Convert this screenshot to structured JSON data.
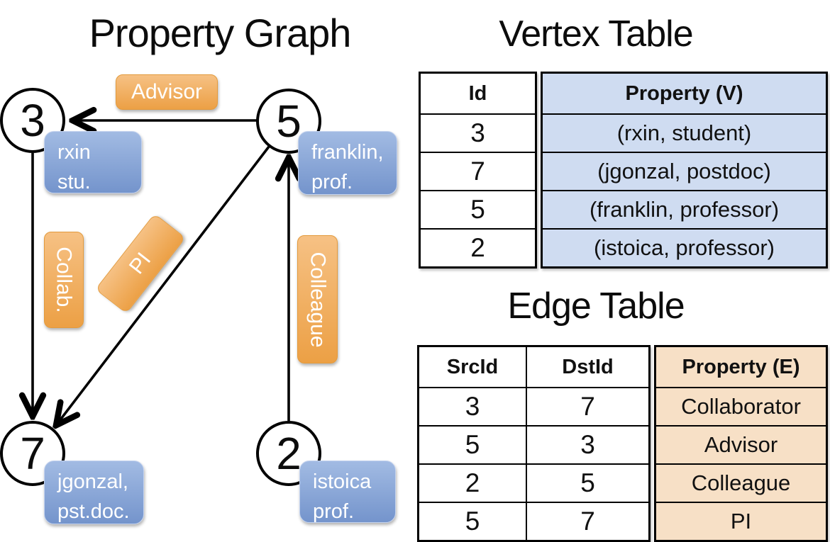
{
  "graph": {
    "title": "Property Graph",
    "nodes": [
      {
        "id": "3",
        "label1": "rxin",
        "label2": "stu."
      },
      {
        "id": "5",
        "label1": "franklin,",
        "label2": "prof."
      },
      {
        "id": "7",
        "label1": "jgonzal,",
        "label2": "pst.doc."
      },
      {
        "id": "2",
        "label1": "istoica",
        "label2": "prof."
      }
    ],
    "edges": [
      {
        "src": "5",
        "dst": "3",
        "label": "Advisor"
      },
      {
        "src": "3",
        "dst": "7",
        "label": "Collab."
      },
      {
        "src": "5",
        "dst": "7",
        "label": "PI"
      },
      {
        "src": "2",
        "dst": "5",
        "label": "Colleague"
      }
    ]
  },
  "vertex_table": {
    "title": "Vertex Table",
    "columns": {
      "id": "Id",
      "property": "Property (V)"
    },
    "rows": [
      {
        "id": "3",
        "property": "(rxin, student)"
      },
      {
        "id": "7",
        "property": "(jgonzal, postdoc)"
      },
      {
        "id": "5",
        "property": "(franklin, professor)"
      },
      {
        "id": "2",
        "property": "(istoica, professor)"
      }
    ]
  },
  "edge_table": {
    "title": "Edge Table",
    "columns": {
      "src": "SrcId",
      "dst": "DstId",
      "property": "Property (E)"
    },
    "rows": [
      {
        "src": "3",
        "dst": "7",
        "property": "Collaborator"
      },
      {
        "src": "5",
        "dst": "3",
        "property": "Advisor"
      },
      {
        "src": "2",
        "dst": "5",
        "property": "Colleague"
      },
      {
        "src": "5",
        "dst": "7",
        "property": "PI"
      }
    ]
  },
  "colors": {
    "orange_top": "#f6c184",
    "orange_bottom": "#eca045",
    "orange_border": "#e39a3c",
    "blue_top": "#a2bbe3",
    "blue_bottom": "#7494cc",
    "blue_border": "#c3d2ee",
    "table_blue": "#cfdcf1",
    "table_peach": "#f7e0c6",
    "line": "#000000",
    "text": "#111111"
  }
}
